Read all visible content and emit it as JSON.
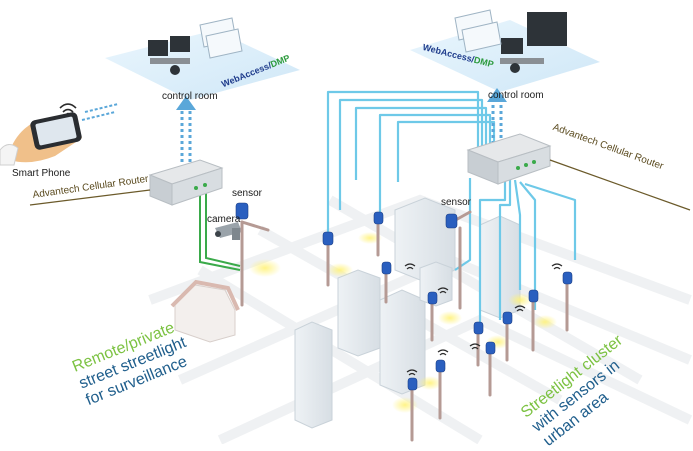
{
  "left_side": {
    "smart_phone_label": "Smart Phone",
    "router_label": "Advantech Cellular Router",
    "control_room_label": "control room",
    "webaccess_prefix": "WebAccess/",
    "webaccess_suffix": "DMP",
    "camera_label": "camera",
    "sensor_label": "sensor",
    "caption_line1": "Remote/private",
    "caption_line2": "street streetlight",
    "caption_line3": "for surveillance"
  },
  "right_side": {
    "webaccess_prefix": "WebAccess/",
    "webaccess_suffix": "DMP",
    "control_room_label": "control room",
    "router_label": "Advantech Cellular Router",
    "sensor_label": "sensor",
    "caption_line1": "Streetlight cluster",
    "caption_line2": "with sensors in",
    "caption_line3": "urban area"
  },
  "colors": {
    "platform": "#dbeefa",
    "fiber": "#6ec9e8",
    "camera_link": "#3aaa4a",
    "caption_green": "#7cc242",
    "caption_blue": "#1f5e8c",
    "arrow": "#5aa7d9",
    "sensor": "#2a5fbf",
    "router_line": "#6b5a2a"
  }
}
